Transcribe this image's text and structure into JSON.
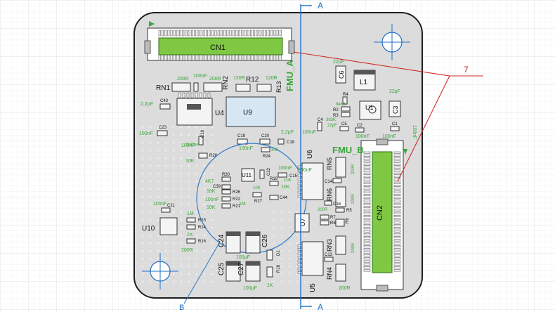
{
  "colors": {
    "background": "#ffffff",
    "grid_minor": "#eef0f2",
    "grid_major": "#dfe3e7",
    "board_fill": "#dcdcdc",
    "board_edge": "#1f1f1f",
    "silk_green": "#3aa53a",
    "connector_green": "#7fc843",
    "section_line_blue": "#1f6fc7",
    "detail_circle_blue": "#2c79c6",
    "leader_red": "#d12a2a",
    "pad_light": "#f4f4f4",
    "chip_body": "#d6e6f3",
    "dark_text": "#111111"
  },
  "section": {
    "top_label": "A",
    "bottom_label": "A",
    "detail_label": "B",
    "callout_number": "7"
  },
  "headers": {
    "fmu_a": "FMU_A",
    "fmu_b": "FMU_B"
  },
  "connectors": {
    "cn1": "CN1",
    "cn2": "CN2"
  },
  "components": {
    "rn1": "RN1",
    "rn2": "RN2",
    "r12": "R12",
    "r13": "R13",
    "u4": "U4",
    "u9": "U9",
    "u1": "U1",
    "u6": "U6",
    "u5": "U5",
    "u7": "U7",
    "u10": "U10",
    "u11": "U11",
    "l1": "L1",
    "c3": "C3",
    "c6": "C6",
    "rn5": "RN5",
    "rn6": "RN6",
    "rn3": "RN3",
    "rn4": "RN4",
    "c24": "C24",
    "c25": "C25",
    "c26": "C26",
    "c27": "C27",
    "c43": "C43",
    "c23": "C23",
    "c10": "C10",
    "c19": "C19",
    "c20": "C20",
    "c18": "C18",
    "r24": "R24",
    "r28": "R28",
    "r30": "R30",
    "c39": "C39",
    "r26": "R26",
    "r22": "R22",
    "r21": "R21",
    "r19": "R19",
    "c44": "C44",
    "c15": "C15",
    "c22": "C22",
    "r27": "R27",
    "r15": "R15",
    "r14": "R14",
    "r16": "R16",
    "c21": "C21",
    "r18": "R18",
    "d1": "D1",
    "c13": "C13",
    "c14": "C14",
    "c16": "C16",
    "r5": "R5",
    "r7": "R7",
    "r8": "R8",
    "r6": "R6",
    "r2": "R2",
    "r4": "R4",
    "r3": "R3",
    "c4": "C4",
    "c5": "C5",
    "c2": "C2",
    "c1": "C1"
  },
  "values": {
    "v_200r_a": "200R",
    "v_100nf_a": "100nF",
    "v_200r_b": "200R",
    "v_120r_a": "120R",
    "v_120r_b": "120R",
    "v_2_2uf_a": "2,2µF",
    "v_100nf_b": "100nF",
    "v_100nf_c": "100nF",
    "v_100nf_d": "100nF",
    "v_10k_a": "10K",
    "v_4k7": "4K7",
    "v_10k_b": "10K",
    "v_100nf_e": "100nF",
    "v_2_2uf_b": "2,2µF",
    "v_100nf_f": "100nF",
    "v_30k": "30K",
    "v_100nf_g": "100nF",
    "v_10k_c": "10K",
    "v_10k_d": "10K",
    "v_1m_a": "1M",
    "v_10k_e": "10K",
    "v_100nf_h": "100nF",
    "v_1m_b": "1M",
    "v_1k_a": "1K",
    "v_200r_c": "200R",
    "v_100nf_i": "100nF",
    "v_100uf_a": "100µF",
    "v_100uf_b": "100µF",
    "v_1k_b": "1K",
    "v_200r_d": "200R",
    "v_200r_e": "200R",
    "v_22uf": "22µF",
    "v_22pf": "22pF",
    "v_84k5": "84K5",
    "v_383k": "383K",
    "v_22pf_b": "22pF",
    "v_100nf_j": "100nF",
    "v_100nf_k": "100nF",
    "v_100nf_l": "100nF",
    "v_10k_f": "10K",
    "v_100nf_m": "100nF",
    "rn_vals_1": "200R",
    "rn_vals_2": "200R",
    "rn_vals_3": "200R",
    "rn_vals_4": "200R",
    "rn_vals_5": "200R",
    "rn_vals_6": "200R"
  }
}
